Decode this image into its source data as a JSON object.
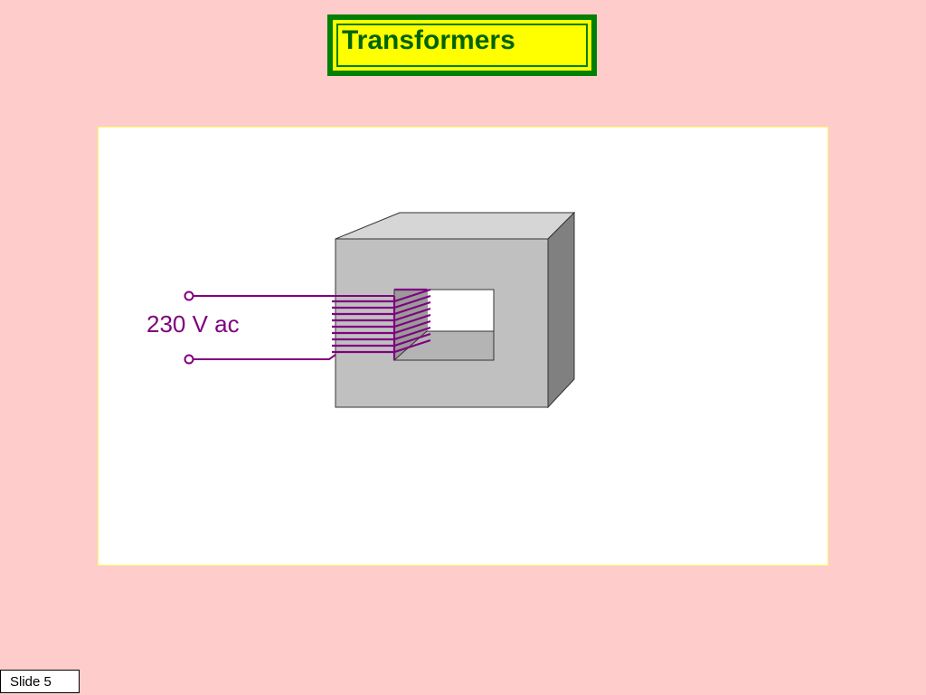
{
  "title": "Transformers",
  "diagram": {
    "voltage_label": "230 V ac",
    "core_icon": "transformer-core-icon",
    "coil_icon": "primary-coil-icon",
    "terminal_icon": "terminal-circle-icon"
  },
  "footer": {
    "slide_label": "Slide 5"
  },
  "colors": {
    "background": "#ffcccc",
    "title_fill": "#ffff00",
    "title_border": "#008000",
    "title_text": "#006400",
    "wire": "#800080",
    "core_front": "#c0c0c0",
    "core_top": "#d6d6d6",
    "core_side": "#808080"
  }
}
